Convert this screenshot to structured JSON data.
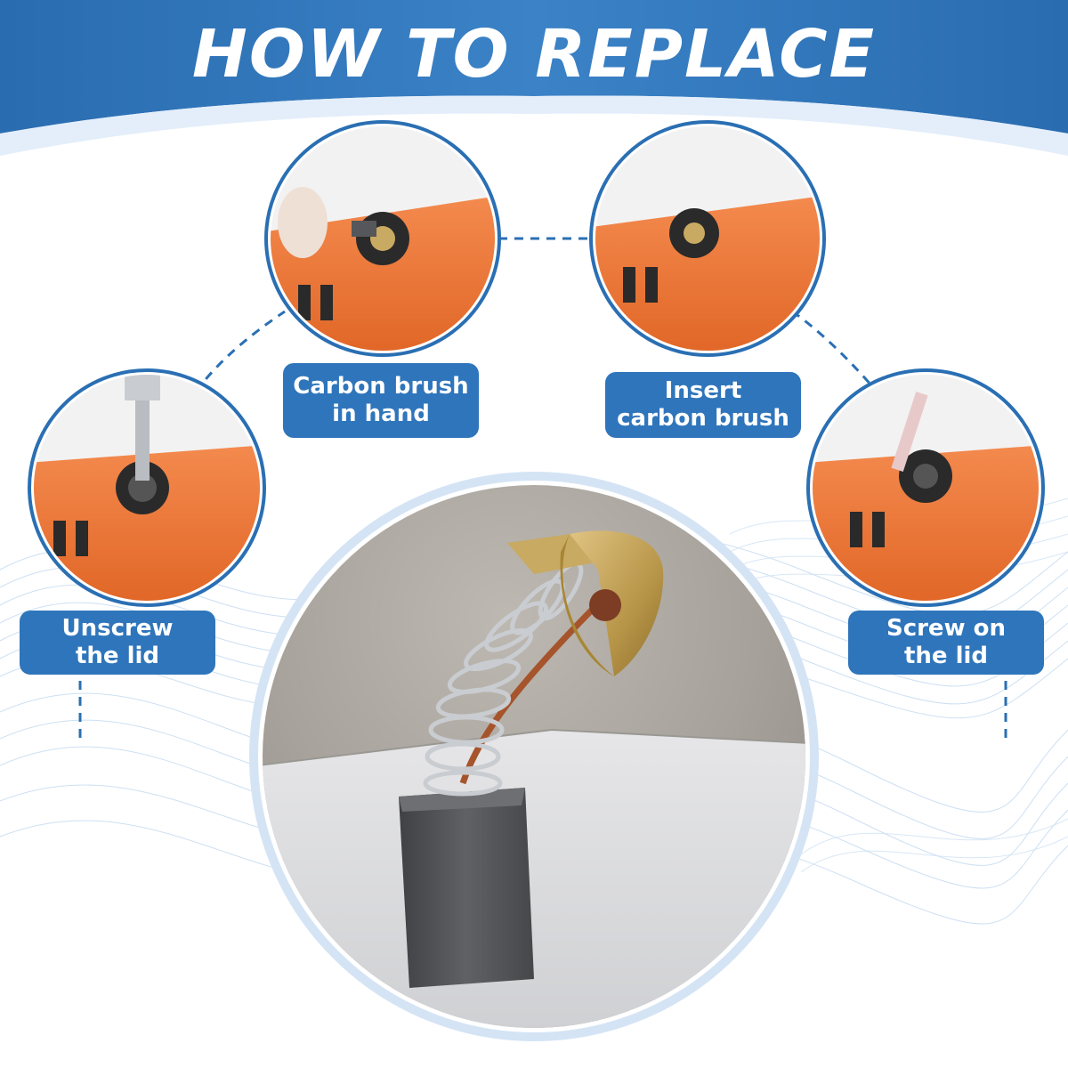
{
  "title": "HOW TO REPLACE",
  "steps": [
    {
      "line1": "Unscrew",
      "line2": "the lid",
      "icon": "screwdriver-icon"
    },
    {
      "line1": "Carbon brush",
      "line2": "in hand",
      "icon": "hand-icon"
    },
    {
      "line1": "Insert",
      "line2": "carbon brush",
      "icon": "carbon-brush-icon"
    },
    {
      "line1": "Screw on",
      "line2": "the lid",
      "icon": "screwdriver-icon"
    }
  ],
  "colors": {
    "banner": "#2f75bb",
    "label": "#2f75bb",
    "circle_border": "#2a6fb3",
    "tool_body": "#f07a3c",
    "carbon_block": "#55575a",
    "spring": "#c7cace",
    "cap": "#c9a659"
  }
}
